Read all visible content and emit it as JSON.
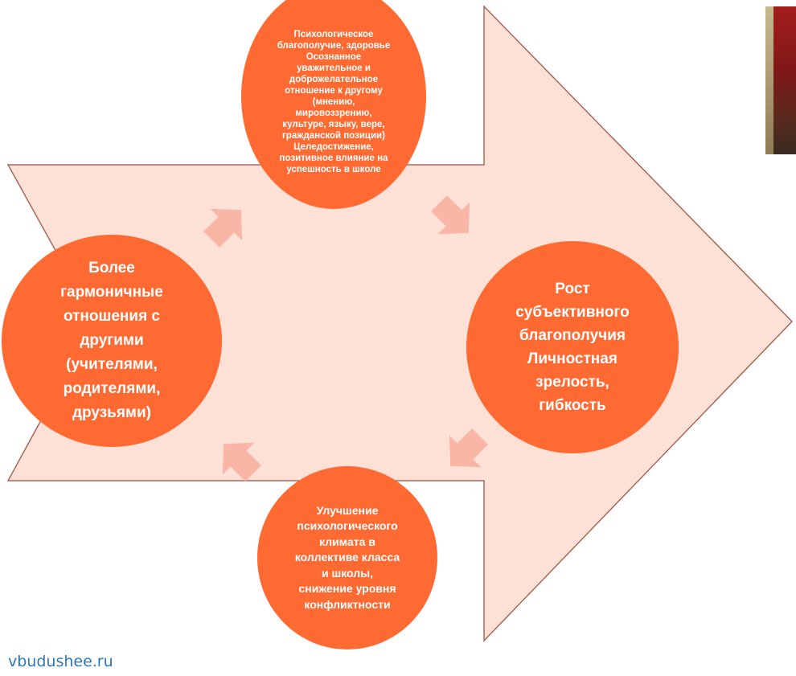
{
  "diagram": {
    "colors": {
      "big_arrow_fill": "#fde1d6",
      "big_arrow_stroke": "#a9685a",
      "circle_fill": "#ff6a33",
      "small_arrow_fill": "#f9b6a6",
      "text": "#ffffff"
    },
    "nodes": {
      "top": "Психологическое\nблагополучие, здоровье\nОсознанное\nуважительное и\nдоброжелательное\nотношение к другому\n(мнению,\nмировоззрению,\nкультуре, языку, вере,\nгражданской позиции)\nЦеледостижение,\nпозитивное влияние на\nуспешность в школе",
      "right": "Рост\nсубъективного\nблагополучия\nЛичностная\nзрелость,\nгибкость",
      "bottom": "Улучшение\nпсихологического\nклимата в\nколлективе класса\nи школы,\nснижение уровня\nконфликтности",
      "left": "Более\nгармоничные\nотношения с\nдругими\n(учителями,\nродителями,\nдрузьями)"
    },
    "cycle_arrows": [
      "top-to-right",
      "right-to-bottom",
      "bottom-to-left",
      "left-to-top"
    ]
  },
  "watermark": "vbudushee.ru"
}
